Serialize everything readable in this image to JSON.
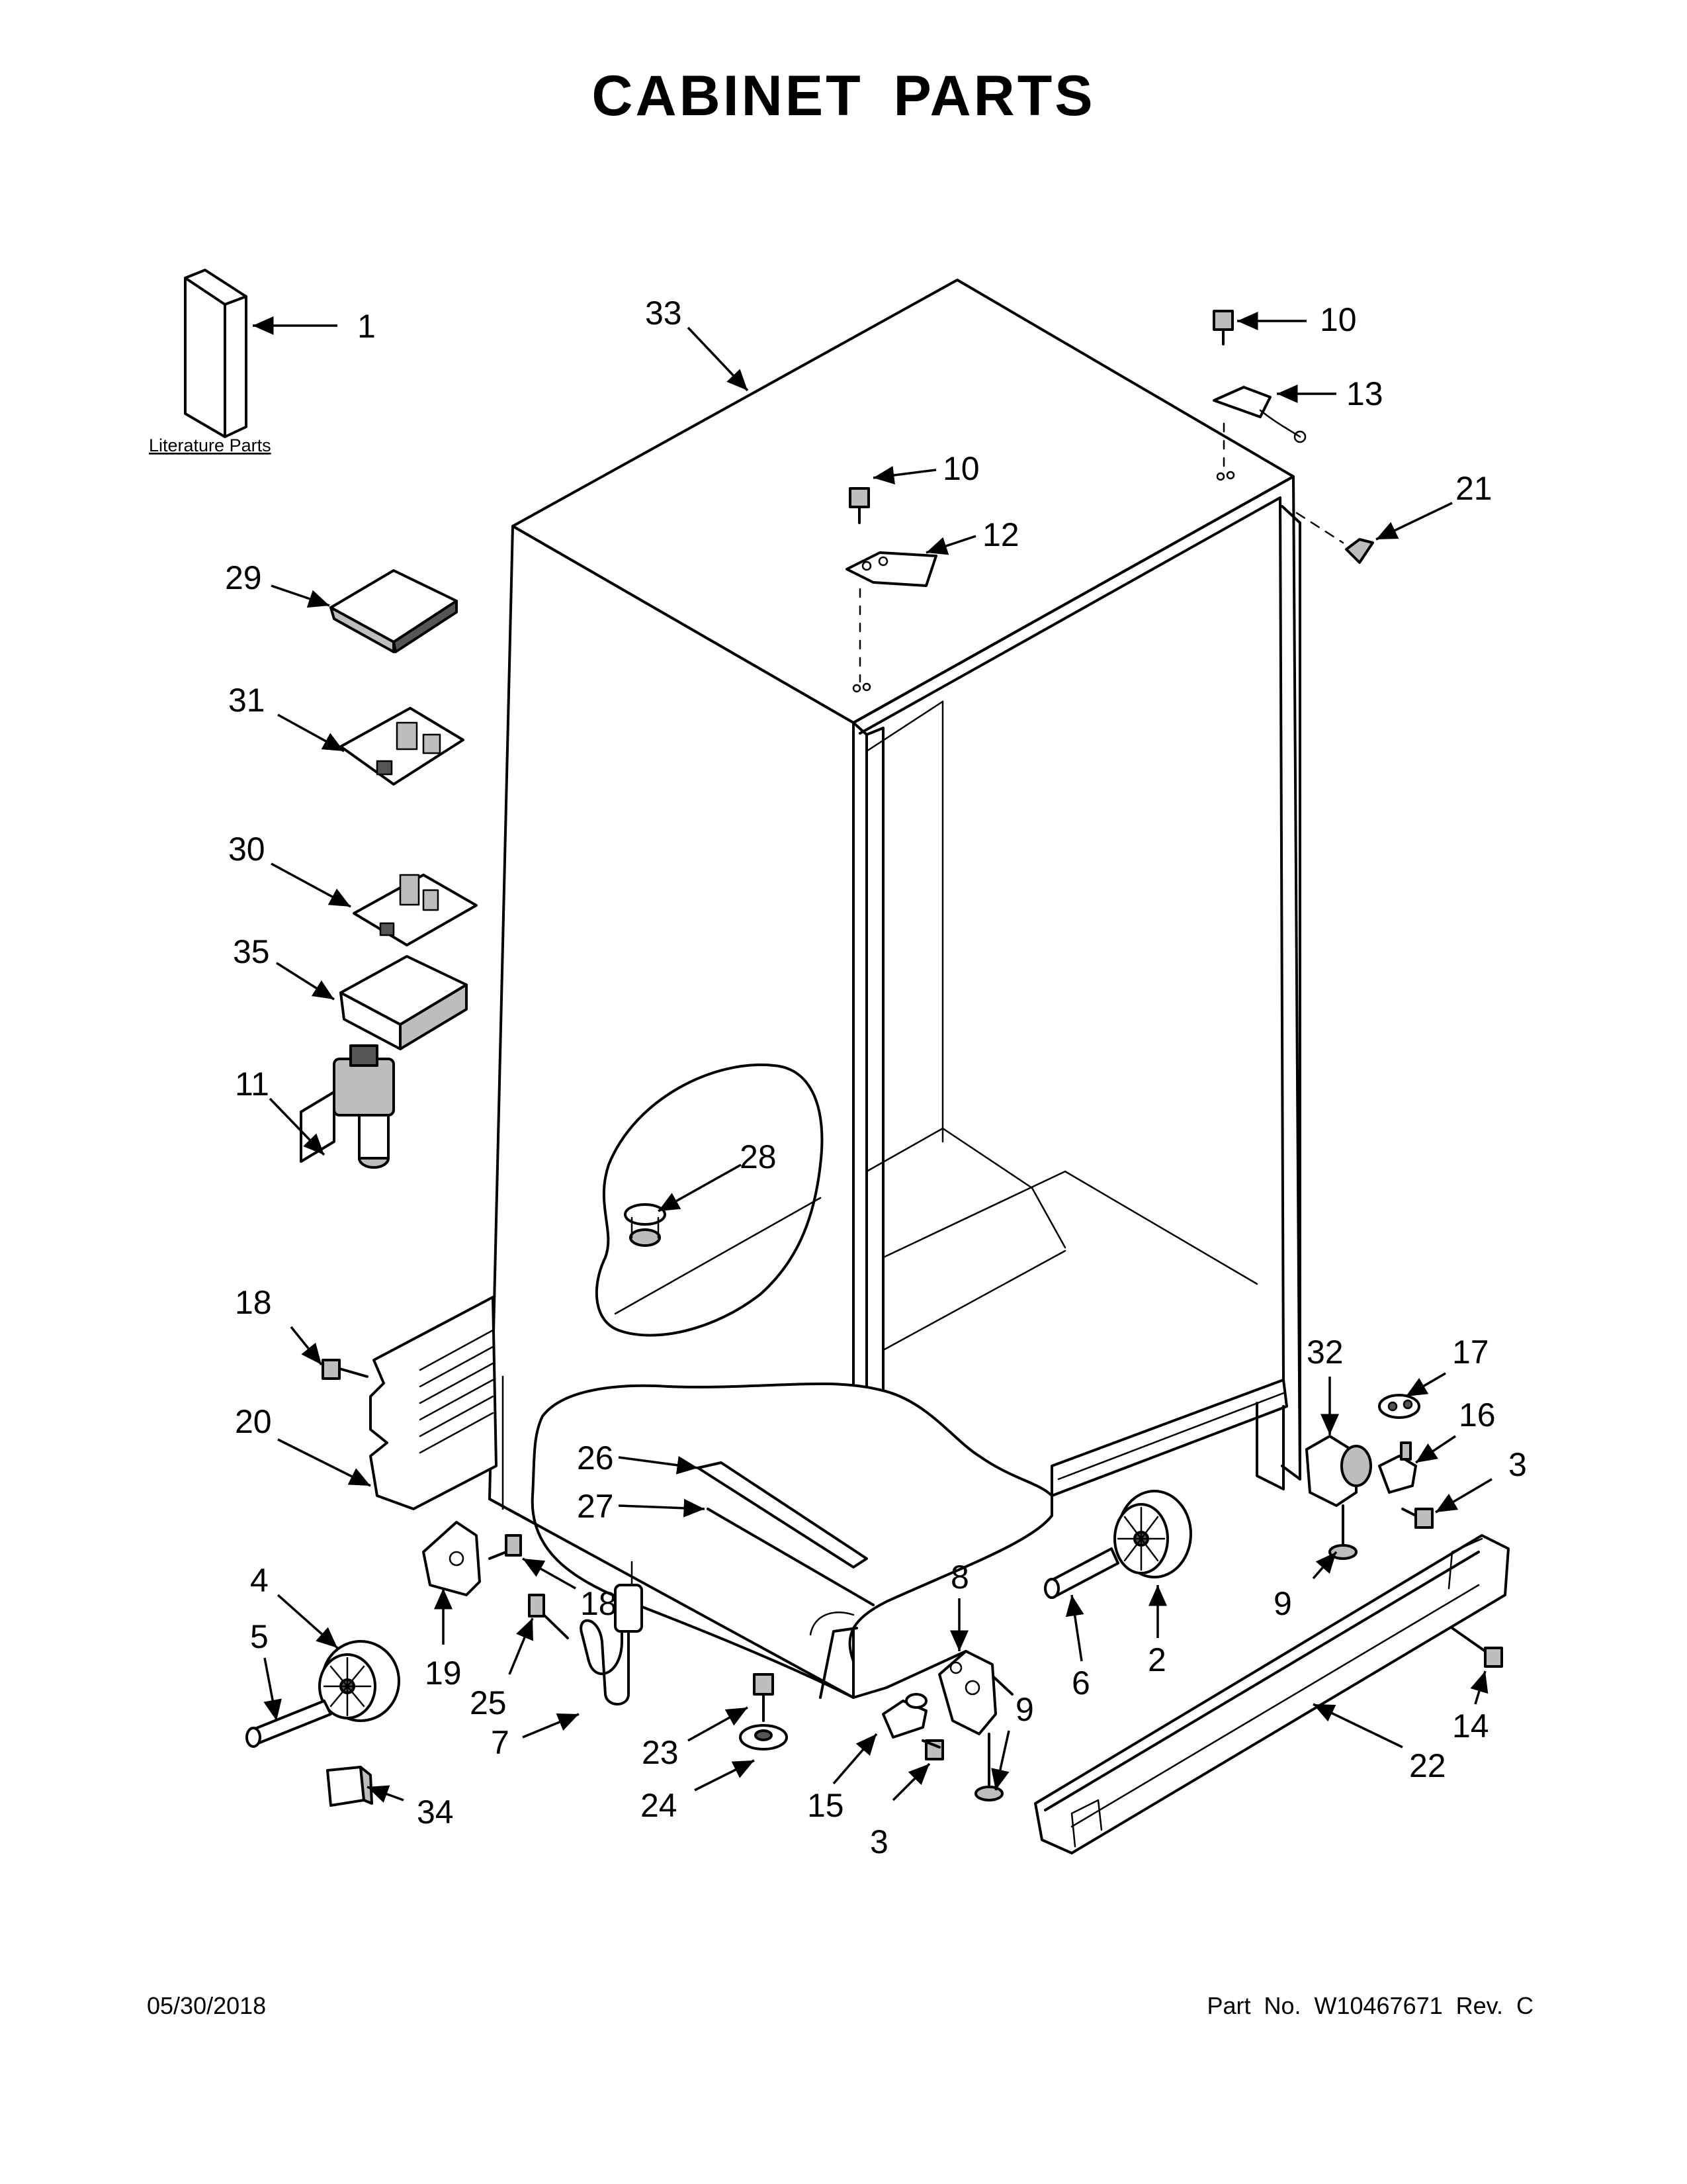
{
  "title": "CABINET PARTS",
  "literature_label": "Literature Parts",
  "footer": {
    "date": "05/30/2018",
    "part_number": "Part No.  W10467671  Rev.  C"
  },
  "callouts": {
    "c1": "1",
    "c2": "2",
    "c3a": "3",
    "c3b": "3",
    "c4": "4",
    "c5": "5",
    "c6": "6",
    "c7": "7",
    "c8": "8",
    "c9a": "9",
    "c9b": "9",
    "c10a": "10",
    "c10b": "10",
    "c11": "11",
    "c12": "12",
    "c13": "13",
    "c14": "14",
    "c15": "15",
    "c16": "16",
    "c17": "17",
    "c18a": "18",
    "c18b": "18",
    "c19": "19",
    "c20": "20",
    "c21": "21",
    "c22": "22",
    "c23": "23",
    "c24": "24",
    "c25": "25",
    "c26": "26",
    "c27": "27",
    "c28": "28",
    "c29": "29",
    "c30": "30",
    "c31": "31",
    "c32": "32",
    "c33": "33",
    "c34": "34",
    "c35": "35"
  }
}
